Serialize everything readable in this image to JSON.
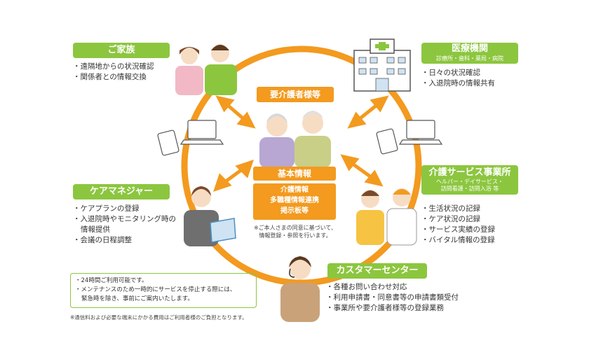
{
  "family": {
    "label": "ご家族",
    "items": [
      "遠隔地からの状況確認",
      "関係者との情報交換"
    ]
  },
  "medical": {
    "label": "医療機関",
    "sub": "診療所・歯科・薬局・病院",
    "items": [
      "日々の状況確認",
      "入退院時の情報共有"
    ]
  },
  "care_manager": {
    "label": "ケアマネジャー",
    "items": [
      "ケアプランの登録",
      "入退院時やモニタリング時の",
      "情報提供",
      "会議の日程調整"
    ]
  },
  "care_service": {
    "label": "介護サービス事業所",
    "sub1": "ヘルパー・デイサービス・",
    "sub2": "訪問看護・訪問入浴 等",
    "items": [
      "生活状況の記録",
      "ケア状況の記録",
      "サービス実績の登録",
      "バイタル情報の登録"
    ]
  },
  "customer_center": {
    "label": "カスタマーセンター",
    "items": [
      "各種お問い合わせ対応",
      "利用申請書・同意書等の申請書類受付",
      "事業所や要介護者様等の登録業務"
    ]
  },
  "center": {
    "title": "要介護者様等",
    "basic_info": "基本情報",
    "info_lines": [
      "介護情報",
      "多職種情報連携",
      "掲示板等"
    ],
    "note_lines": [
      "※ご本人さまの同意に基づいて、",
      "情報登録・参照を行います。"
    ]
  },
  "info_box": {
    "lines": [
      "・24時間ご利用可能です。",
      "・メンテナンスのため一時的にサービスを停止する際には、",
      "緊急時を除き、事前にご案内いたします。"
    ]
  },
  "footer_note": "※通信料および必要な端末にかかる費用はご利用者様のご負担となります。",
  "colors": {
    "green": "#8cc63f",
    "orange": "#f39a1f"
  }
}
